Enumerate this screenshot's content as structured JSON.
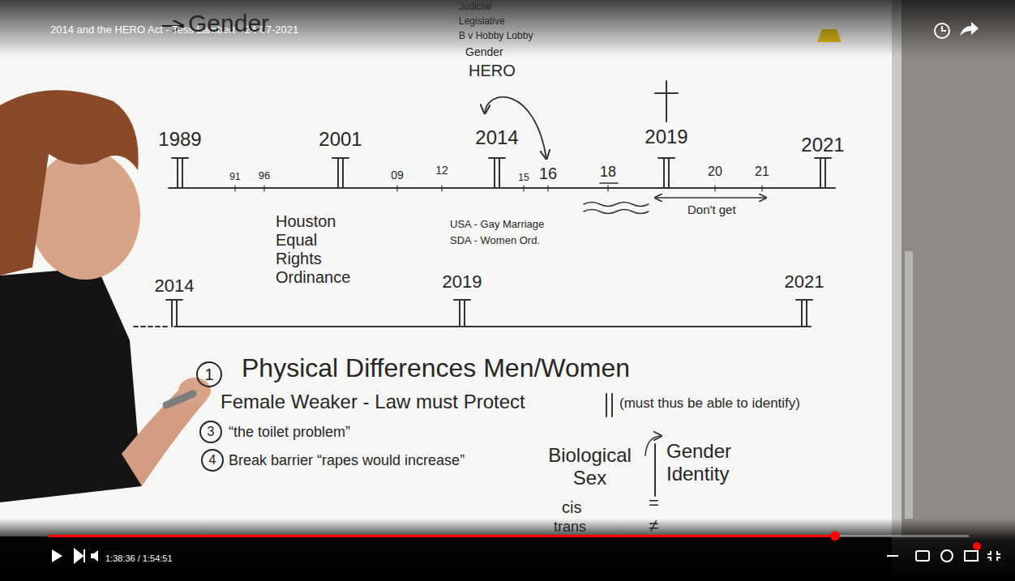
{
  "diagram": {
    "title": "2014 and the HERO Act - Tess Lambert - 24-07-2021",
    "nodes": [
      {
        "text": [
          "1"
        ]
      },
      {
        "text": [
          "3"
        ]
      },
      {
        "text": [
          "4"
        ]
      }
    ],
    "labels": [
      "Gender",
      "Judicial",
      "Legislative",
      "B v Hobby Lobby",
      "Gender",
      "HERO",
      "1989",
      "91",
      "96",
      "2001",
      "09",
      "12",
      "2014",
      "15",
      "16",
      "18",
      "2019",
      "20",
      "21",
      "2021",
      "Don't get",
      "Houston Equal Rights Ordinance",
      "USA - Gay Marriage",
      "SDA - Women Ord.",
      "2014",
      "2019",
      "2021",
      "Physical Differences Men/Women",
      "Female Weaker - Law must Protect",
      "(must thus be able to identify)",
      "“the toilet problem”",
      "Break barrier “rapes would increase”",
      "Biological Sex",
      "Gender Identity",
      "cis",
      "trans",
      "=",
      "≠",
      "1:38:36 / 1:54:51"
    ]
  }
}
